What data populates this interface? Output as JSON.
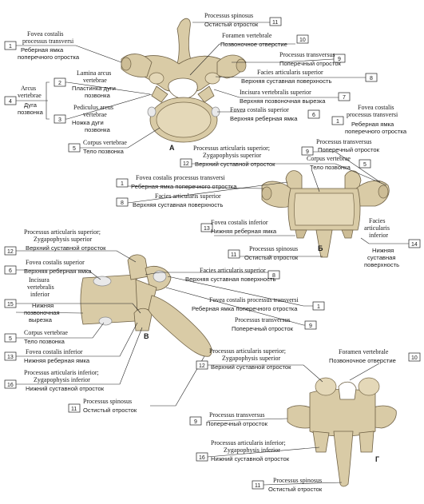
{
  "labels": {
    "l1": {
      "num": "1",
      "latin": "Fovea costalis processus transversi",
      "latin_l1": "Fovea costalis",
      "latin_l2": "processus transversi",
      "ru_l1": "Реберная ямка",
      "ru_l2": "поперечного отростка"
    },
    "l2": {
      "num": "2",
      "latin_l1": "Lamina arcus",
      "latin_l2": "vertebrae",
      "ru_l1": "Пластинка дуги",
      "ru_l2": "позвонка"
    },
    "l3": {
      "num": "3",
      "latin_l1": "Pediculus arcus",
      "latin_l2": "vertebrae",
      "ru_l1": "Ножка дуги",
      "ru_l2": "позвонка"
    },
    "l4": {
      "num": "4",
      "latin_l1": "Arcus",
      "latin_l2": "vertebrae",
      "ru_l1": "Дуга",
      "ru_l2": "позвонка"
    },
    "l5": {
      "num": "5",
      "latin": "Corpus vertebrae",
      "ru": "Тело позвонка"
    },
    "l6": {
      "num": "6",
      "latin": "Fovea costalis superior",
      "ru": "Верхняя реберная ямка"
    },
    "l7": {
      "num": "7",
      "latin": "Incisura vertebralis superior",
      "ru": "Верхняя позвоночная вырезка"
    },
    "l8": {
      "num": "8",
      "latin": "Facies articularis superior",
      "ru": "Верхняя суставная поверхность"
    },
    "l9": {
      "num": "9",
      "latin": "Processus transversus",
      "ru": "Поперечный отросток"
    },
    "l10": {
      "num": "10",
      "latin": "Foramen vertebrale",
      "ru": "Позвоночное отверстие"
    },
    "l11": {
      "num": "11",
      "latin": "Processus spinosus",
      "ru": "Остистый отросток"
    },
    "l12": {
      "num": "12",
      "latin_l1": "Processus articularis superior;",
      "latin_l2": "Zygapophysis superior",
      "ru": "Верхний суставной отросток"
    },
    "l13": {
      "num": "13",
      "latin": "Fovea costalis inferior",
      "ru": "Нижняя реберная ямка"
    },
    "l14": {
      "num": "14",
      "latin_l1": "Facies",
      "latin_l2": "articularis",
      "latin_l3": "inferior",
      "ru_l1": "Нижняя",
      "ru_l2": "суставная",
      "ru_l3": "поверхность"
    },
    "l15": {
      "num": "15",
      "latin_l1": "Incisura",
      "latin_l2": "vertebralis",
      "latin_l3": "inferior",
      "ru_l1": "Нижняя",
      "ru_l2": "позвоночная",
      "ru_l3": "вырезка"
    },
    "l16": {
      "num": "16",
      "latin_l1": "Processus articularis inferior;",
      "latin_l2": "Zygapophysis inferior",
      "ru": "Нижний суставной отросток"
    }
  },
  "views": {
    "a": "А",
    "b": "Б",
    "c": "В",
    "d": "Г"
  }
}
